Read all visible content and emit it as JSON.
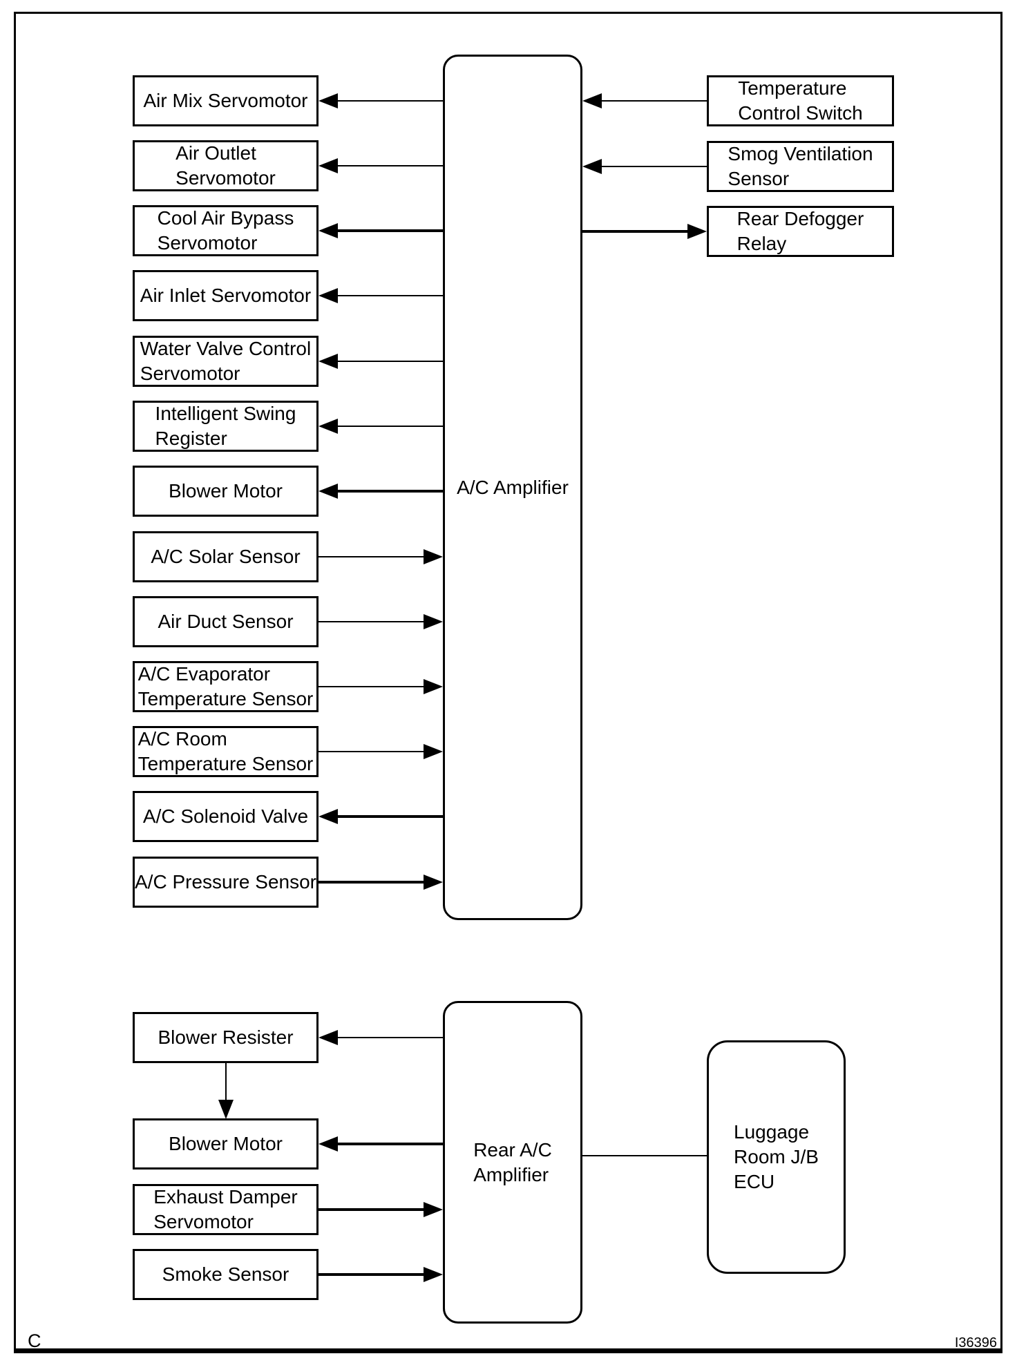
{
  "figure": {
    "corner_letter": "C",
    "figure_id": "I36396"
  },
  "main_ac_system": {
    "amplifier": {
      "label": "A/C Amplifier"
    },
    "left_components": [
      {
        "label": "Air Mix Servomotor",
        "signal_direction": "from_amplifier",
        "line_weight": "thin"
      },
      {
        "label": "Air Outlet\nServomotor",
        "signal_direction": "from_amplifier",
        "line_weight": "thin"
      },
      {
        "label": "Cool Air Bypass\nServomotor",
        "signal_direction": "from_amplifier",
        "line_weight": "thick"
      },
      {
        "label": "Air Inlet Servomotor",
        "signal_direction": "from_amplifier",
        "line_weight": "thin"
      },
      {
        "label": "Water Valve Control\nServomotor",
        "signal_direction": "from_amplifier",
        "line_weight": "thin"
      },
      {
        "label": "Intelligent Swing\nRegister",
        "signal_direction": "from_amplifier",
        "line_weight": "thin"
      },
      {
        "label": "Blower Motor",
        "signal_direction": "from_amplifier",
        "line_weight": "thick"
      },
      {
        "label": "A/C Solar Sensor",
        "signal_direction": "to_amplifier",
        "line_weight": "thin"
      },
      {
        "label": "Air Duct Sensor",
        "signal_direction": "to_amplifier",
        "line_weight": "thin"
      },
      {
        "label": "A/C Evaporator\nTemperature Sensor",
        "signal_direction": "to_amplifier",
        "line_weight": "thin"
      },
      {
        "label": "A/C Room\nTemperature Sensor",
        "signal_direction": "to_amplifier",
        "line_weight": "thin"
      },
      {
        "label": "A/C Solenoid Valve",
        "signal_direction": "from_amplifier",
        "line_weight": "thick"
      },
      {
        "label": "A/C Pressure Sensor",
        "signal_direction": "to_amplifier",
        "line_weight": "thick"
      }
    ],
    "right_components": [
      {
        "label": "Temperature\nControl Switch",
        "signal_direction": "to_amplifier",
        "line_weight": "thin"
      },
      {
        "label": "Smog Ventilation\nSensor",
        "signal_direction": "to_amplifier",
        "line_weight": "thin"
      },
      {
        "label": "Rear Defogger\nRelay",
        "signal_direction": "from_amplifier",
        "line_weight": "thick"
      }
    ]
  },
  "rear_ac_system": {
    "amplifier": {
      "label": "Rear A/C\nAmplifier"
    },
    "left_components": [
      {
        "label": "Blower Resister",
        "signal_direction": "from_amplifier",
        "line_weight": "thin"
      },
      {
        "label": "Blower Motor",
        "signal_direction": "from_amplifier",
        "line_weight": "thick"
      },
      {
        "label": "Exhaust Damper\nServomotor",
        "signal_direction": "to_amplifier",
        "line_weight": "thick"
      },
      {
        "label": "Smoke Sensor",
        "signal_direction": "to_amplifier",
        "line_weight": "thick"
      }
    ],
    "internal_link": {
      "from": "Blower Resister",
      "to": "Blower Motor",
      "direction": "downward_arrow"
    },
    "ecu": {
      "label": "Luggage\nRoom J/B\nECU",
      "connection": "plain_line"
    }
  }
}
